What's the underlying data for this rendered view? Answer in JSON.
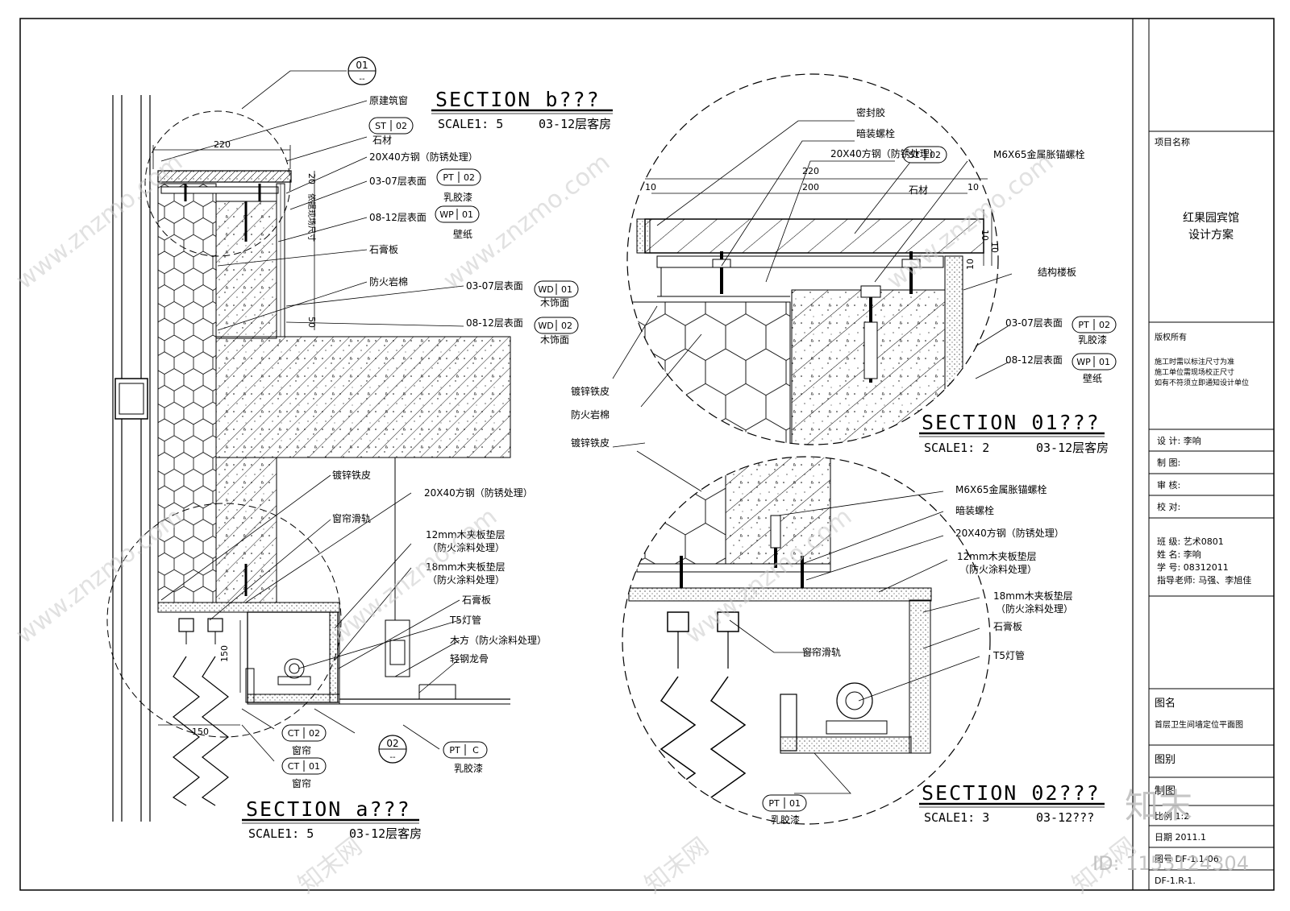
{
  "sections": {
    "a": {
      "title": "SECTION   a???",
      "scale": "SCALE1: 5",
      "floors": "03-12层客房"
    },
    "b": {
      "title": "SECTION   b???",
      "scale": "SCALE1: 5",
      "floors": "03-12层客房"
    },
    "s01": {
      "title": "SECTION   01???",
      "scale": "SCALE1: 2",
      "floors": "03-12层客房"
    },
    "s02": {
      "title": "SECTION   02???",
      "scale": "SCALE1: 3",
      "floors": "03-12???"
    }
  },
  "callouts": {
    "c01": {
      "num": "01",
      "sub": "--"
    },
    "c02": {
      "num": "02",
      "sub": "--"
    }
  },
  "labels_left": {
    "original_window": "原建筑窗",
    "stone": "石材",
    "steel": "20X40方钢（防锈处理）",
    "f0307": "03-07层表面",
    "latex": "乳胶漆",
    "f0812": "08-12层表面",
    "wallpaper": "壁纸",
    "gypsum": "石膏板",
    "rockwool": "防火岩棉",
    "f0307b": "03-07层表面",
    "wood1": "木饰面",
    "f0812b": "08-12层表面",
    "wood2": "木饰面",
    "galv": "镀锌铁皮",
    "steel2": "20X40方钢（防锈处理）",
    "rail": "窗帘滑轨",
    "ply12a": "12mm木夹板垫层",
    "ply12b": "（防火涂料处理）",
    "ply18a": "18mm木夹板垫层",
    "ply18b": "（防火涂料处理）",
    "gypsum2": "石膏板",
    "t5": "T5灯管",
    "timber": "木方（防火涂料处理）",
    "keel": "轻钢龙骨",
    "curtain1": "窗帘",
    "curtain2": "窗帘",
    "latex2": "乳胶漆",
    "vertical_note": "依据现场尺寸"
  },
  "labels_s01": {
    "sealant": "密封胶",
    "bolt": "暗装螺栓",
    "steel": "20X40方钢（防锈处理）",
    "stone": "石材",
    "anchor": "M6X65金属胀锚螺栓",
    "slab": "结构楼板",
    "f0307": "03-07层表面",
    "latex": "乳胶漆",
    "f0812": "08-12层表面",
    "wallpaper": "壁纸",
    "galv": "镀锌铁皮",
    "rockwool": "防火岩棉"
  },
  "labels_s02": {
    "galv": "镀锌铁皮",
    "anchor": "M6X65金属胀锚螺栓",
    "bolt": "暗装螺栓",
    "steel": "20X40方钢（防锈处理）",
    "ply12a": "12mm木夹板垫层",
    "ply12b": "（防火涂料处理）",
    "ply18a": "18mm木夹板垫层",
    "ply18b": "（防火涂料处理）",
    "gypsum": "石膏板",
    "t5": "T5灯管",
    "rail": "窗帘滑轨",
    "latex": "乳胶漆"
  },
  "tags": {
    "st02": {
      "a": "ST",
      "b": "02"
    },
    "pt02": {
      "a": "PT",
      "b": "02"
    },
    "wp01": {
      "a": "WP",
      "b": "01"
    },
    "wd01": {
      "a": "WD",
      "b": "01"
    },
    "wd02": {
      "a": "WD",
      "b": "02"
    },
    "ct02": {
      "a": "CT",
      "b": "02"
    },
    "ct01": {
      "a": "CT",
      "b": "01"
    },
    "ptc": {
      "a": "PT",
      "b": "C"
    },
    "pt01": {
      "a": "PT",
      "b": "01"
    }
  },
  "dimensions": {
    "d220a": "220",
    "d20a": "20",
    "d50": "50",
    "d150a": "150",
    "d150b": "150",
    "d220b": "220",
    "d200": "200",
    "d10a": "10",
    "d10b": "10",
    "d10c": "10",
    "d10d": "10",
    "d10e": "10"
  },
  "title_block": {
    "project_label": "项目名称",
    "project_name_1": "红果园宾馆",
    "project_name_2": "设计方案",
    "copyright": "版权所有",
    "note1": "施工时需以标注尺寸为准",
    "note2": "施工单位需现场校正尺寸",
    "note3": "如有不符须立即通知设计单位",
    "design": "设    计:     李响",
    "draw": "制    图:",
    "review": "审    核:",
    "check": "校    对:",
    "class": "班    级:  艺术0801",
    "name": "姓    名:  李响",
    "id": "学    号:  08312011",
    "teacher": "指导老师:  马强、李旭佳",
    "drawing_name_label": "图名",
    "drawing_name": "首层卫生间墙定位平面图",
    "category": "图别",
    "drafting": "制图",
    "scale": "比例  1:2",
    "date": "日期      2011.1",
    "number": "图号   DF-1.1-06",
    "extra": "DF-1.R-1."
  },
  "watermark": {
    "brand": "知末",
    "id": "ID: 1153124304",
    "site": "www.znzmo.com",
    "site2": "知末网"
  }
}
